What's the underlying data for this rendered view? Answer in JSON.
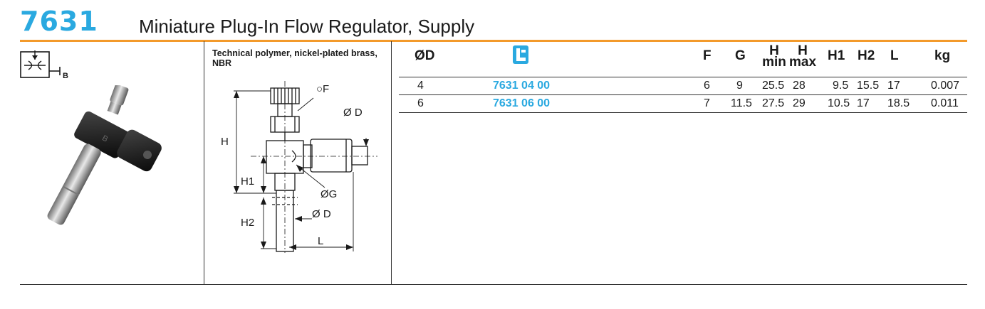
{
  "header": {
    "code": "7631",
    "title": "Miniature Plug-In Flow Regulator, Supply"
  },
  "symbol": {
    "letter": "B"
  },
  "material": "Technical polymer, nickel-plated brass, NBR",
  "drawing_labels": {
    "f": "○F",
    "d_top": "Ø D",
    "h": "H",
    "h1": "H1",
    "g": "ØG",
    "d_bottom": "Ø D",
    "h2": "H2",
    "l": "L",
    "part_mark": "B"
  },
  "table": {
    "headers": {
      "od": "ØD",
      "f": "F",
      "g": "G",
      "hmin_top": "H",
      "hmin_bottom": "min",
      "hmax_top": "H",
      "hmax_bottom": "max",
      "h1": "H1",
      "h2": "H2",
      "l": "L",
      "kg": "kg"
    },
    "rows": [
      {
        "od": "4",
        "part": "7631 04 00",
        "f": "6",
        "g": "9",
        "hmin": "25.5",
        "hmax": "28",
        "h1": "9.5",
        "h2": "15.5",
        "l": "17",
        "kg": "0.007"
      },
      {
        "od": "6",
        "part": "7631 06 00",
        "f": "7",
        "g": "11.5",
        "hmin": "27.5",
        "hmax": "29",
        "h1": "10.5",
        "h2": "17",
        "l": "18.5",
        "kg": "0.011"
      }
    ]
  },
  "colors": {
    "brand_blue": "#2aa9e0",
    "accent_orange": "#f39a2b"
  },
  "icons": {
    "header_logo": "catalog-logo-icon",
    "symbol": "flow-regulator-symbol-icon"
  }
}
